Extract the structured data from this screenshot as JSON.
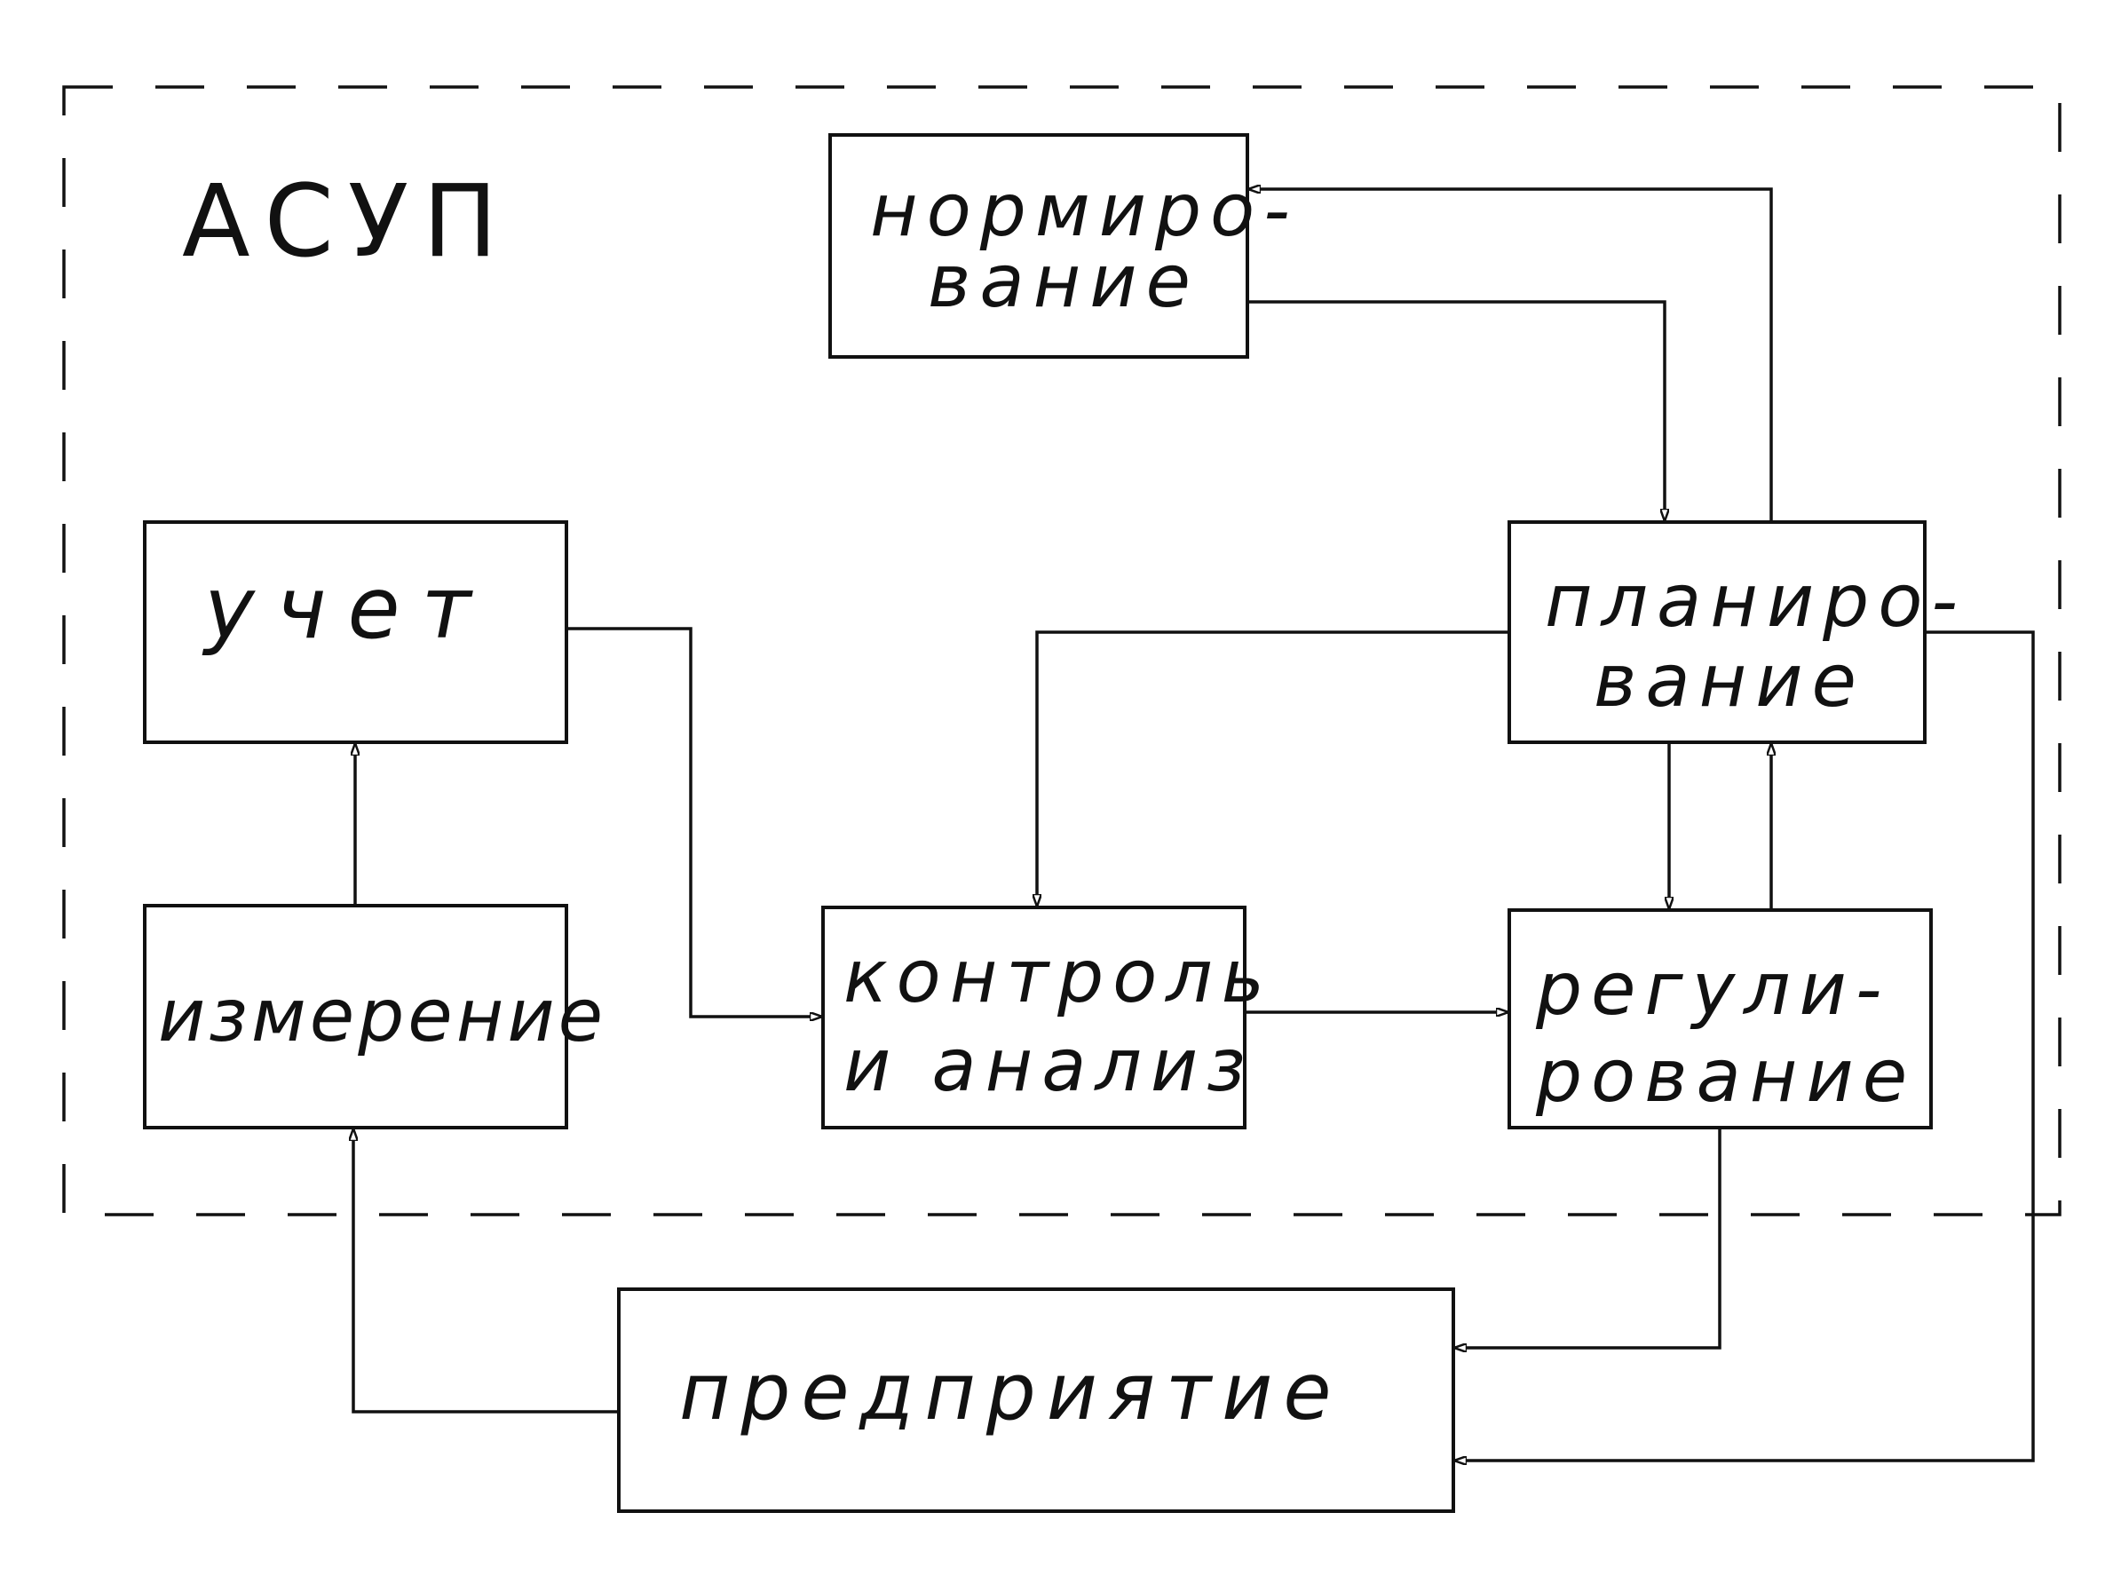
{
  "diagram": {
    "title": "АСУП",
    "nodes": {
      "normirovanie": {
        "line1": "нормиро-",
        "line2": "вание"
      },
      "uchet": {
        "line1": "учет"
      },
      "planirovanie": {
        "line1": "планиро-",
        "line2": "вание"
      },
      "izmerenie": {
        "line1": "измерение"
      },
      "kontrol": {
        "line1": "контроль",
        "line2": "и анализ"
      },
      "regulirovanie": {
        "line1": "регули-",
        "line2": "рование"
      },
      "predpriyatie": {
        "line1": "предприятие"
      }
    },
    "edges": [
      {
        "from": "planirovanie",
        "to": "normirovanie"
      },
      {
        "from": "normirovanie",
        "to": "planirovanie"
      },
      {
        "from": "izmerenie",
        "to": "uchet"
      },
      {
        "from": "uchet",
        "to": "kontrol"
      },
      {
        "from": "planirovanie",
        "to": "kontrol"
      },
      {
        "from": "planirovanie",
        "to": "regulirovanie"
      },
      {
        "from": "regulirovanie",
        "to": "planirovanie"
      },
      {
        "from": "kontrol",
        "to": "regulirovanie"
      },
      {
        "from": "regulirovanie",
        "to": "predpriyatie"
      },
      {
        "from": "planirovanie",
        "to": "predpriyatie"
      },
      {
        "from": "predpriyatie",
        "to": "izmerenie"
      }
    ]
  }
}
